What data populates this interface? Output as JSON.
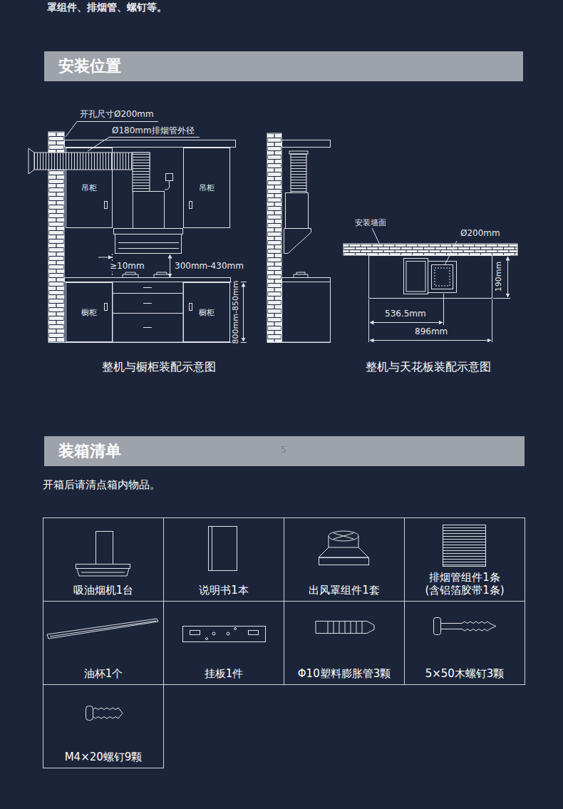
{
  "diagram": {
    "nodes": [
      {
        "text": [
          "安装位置"
        ]
      },
      {
        "text": [
          "吊柜"
        ]
      },
      {
        "text": [
          "吊柜"
        ]
      },
      {
        "text": [
          "橱柜"
        ]
      },
      {
        "text": [
          "橱柜"
        ]
      },
      {
        "text": [
          "装箱清单"
        ]
      },
      {
        "text": [
          "吸油烟机1台"
        ]
      },
      {
        "text": [
          "说明书1本"
        ]
      },
      {
        "text": [
          "出风罩组件1套"
        ]
      },
      {
        "text": [
          "排烟管组件1条 (含铝箔胶带1条)"
        ]
      },
      {
        "text": [
          "油杯1个"
        ]
      },
      {
        "text": [
          "挂板1件"
        ]
      },
      {
        "text": [
          "Φ10塑料膨胀管3颗"
        ]
      },
      {
        "text": [
          "5×50木螺钉3颗"
        ]
      },
      {
        "text": [
          "M4×20螺钉9颗"
        ]
      }
    ],
    "labels": [
      "罩组件、排烟管、螺钉等。",
      "开孔尺寸Ø200mm",
      "Ø180mm排烟管外径",
      "≥10mm",
      "300mm-430mm",
      "800mm-850mm",
      "安装墙面",
      "Ø200mm",
      "190mm",
      "536.5mm",
      "896mm",
      "整机与橱柜装配示意图",
      "整机与天花板装配示意图",
      "5",
      "开箱后请清点箱内物品。"
    ]
  }
}
